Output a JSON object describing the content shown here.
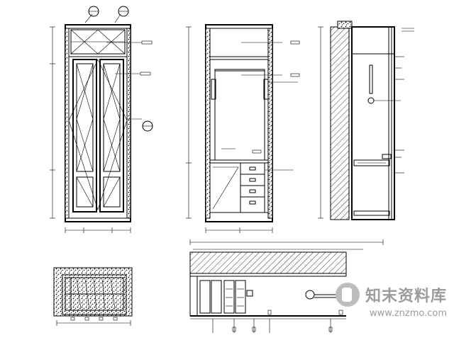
{
  "drawing": {
    "subject": "wardrobe elevations and sections",
    "views": [
      "front-elevation",
      "interior-elevation",
      "side-section",
      "plan",
      "long-section"
    ]
  },
  "watermark": {
    "brand": "知末资料库",
    "url": "www.znzmo.com"
  }
}
